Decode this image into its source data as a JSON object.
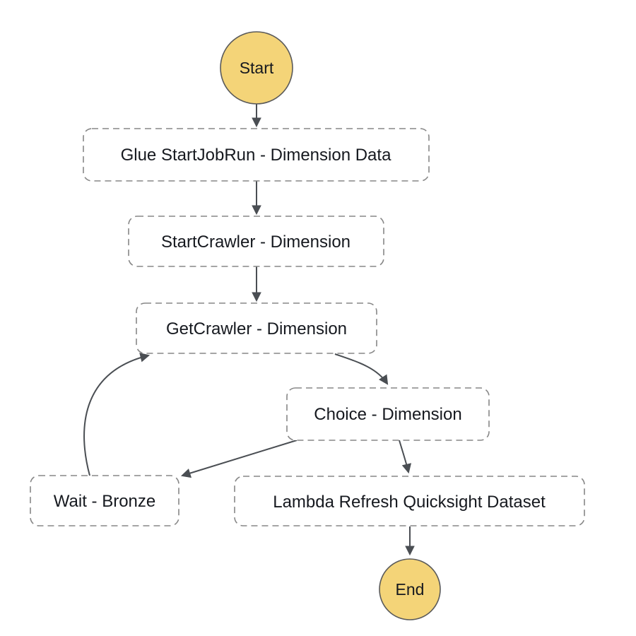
{
  "diagram": {
    "nodes": [
      {
        "id": "start",
        "label": "Start"
      },
      {
        "id": "glue-startjobrun-dimension-data",
        "label": "Glue StartJobRun - Dimension Data"
      },
      {
        "id": "startcrawler-dimension",
        "label": "StartCrawler - Dimension"
      },
      {
        "id": "getcrawler-dimension",
        "label": "GetCrawler - Dimension"
      },
      {
        "id": "choice-dimension",
        "label": "Choice - Dimension"
      },
      {
        "id": "wait-bronze",
        "label": "Wait - Bronze"
      },
      {
        "id": "lambda-refresh-quicksight-dataset",
        "label": "Lambda Refresh Quicksight Dataset"
      },
      {
        "id": "end",
        "label": "End"
      }
    ],
    "edges": [
      {
        "from": "start",
        "to": "glue-startjobrun-dimension-data"
      },
      {
        "from": "glue-startjobrun-dimension-data",
        "to": "startcrawler-dimension"
      },
      {
        "from": "startcrawler-dimension",
        "to": "getcrawler-dimension"
      },
      {
        "from": "getcrawler-dimension",
        "to": "choice-dimension"
      },
      {
        "from": "choice-dimension",
        "to": "wait-bronze"
      },
      {
        "from": "wait-bronze",
        "to": "getcrawler-dimension"
      },
      {
        "from": "choice-dimension",
        "to": "lambda-refresh-quicksight-dataset"
      },
      {
        "from": "lambda-refresh-quicksight-dataset",
        "to": "end"
      }
    ],
    "colors": {
      "terminal_fill": "#f4d478",
      "terminal_stroke": "#5a5a5a",
      "box_stroke": "#878787",
      "box_fill": "#ffffff",
      "arrow": "#4a4e53",
      "text": "#16191f",
      "background": "#ffffff"
    }
  }
}
